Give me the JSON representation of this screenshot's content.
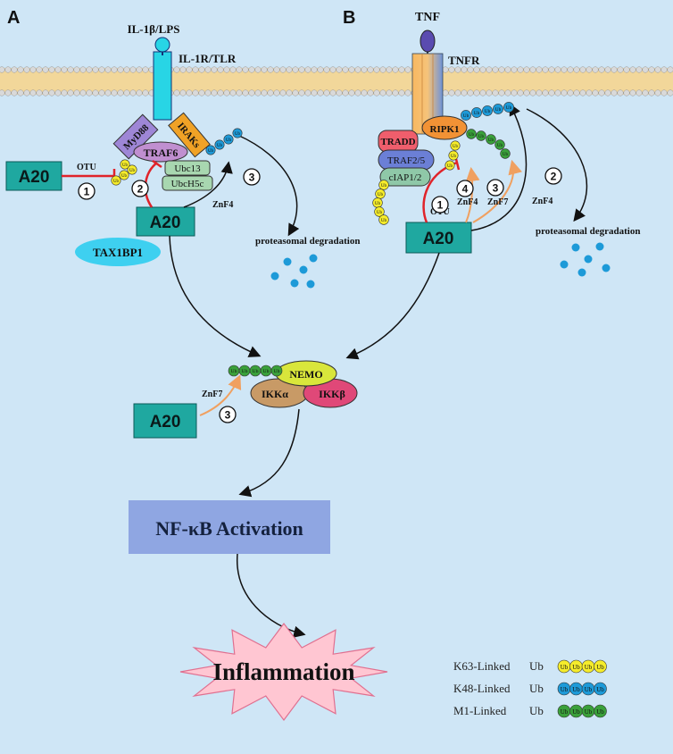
{
  "panels": {
    "a": "A",
    "b": "B"
  },
  "colors": {
    "background": "#cfe6f6",
    "membrane_head": "#d9d9d9",
    "membrane_tail": "#f2d79a",
    "a20_box": "#1fa8a0",
    "k63_ub": "#f5ec2b",
    "k48_ub": "#1d9ad8",
    "m1_ub": "#3aa03a",
    "inhibit_red": "#e0232a",
    "orange_arrow": "#f0a060",
    "nfkb_box": "#8fa6e2",
    "inflammation_burst": "#ffc6d2"
  },
  "ligands": {
    "il1b": "IL-1β/LPS",
    "il1r": "IL-1R/TLR",
    "tnf": "TNF",
    "tnfr": "TNFR"
  },
  "proteins": {
    "myd88": "MyD88",
    "iraks": "IRAKs",
    "traf6": "TRAF6",
    "ubc13": "Ubc13",
    "ubch5c": "UbcH5c",
    "tax1bp1": "TAX1BP1",
    "tradd": "TRADD",
    "ripk1": "RIPK1",
    "traf25": "TRAF2/5",
    "ciap12": "cIAP1/2",
    "nemo": "NEMO",
    "ikka": "IKKα",
    "ikkb": "IKKβ"
  },
  "a20": {
    "label": "A20"
  },
  "steps": {
    "one": "1",
    "two": "2",
    "three": "3",
    "four": "4"
  },
  "domains": {
    "otu": "OTU",
    "znf4": "ZnF4",
    "znf7": "ZnF7"
  },
  "ub_label": "Ub",
  "proteasomal": "proteasomal degradation",
  "nfkb": "NF-κB Activation",
  "inflammation": "Inflammation",
  "legend": [
    {
      "label": "K63-Linked",
      "unit": "Ub",
      "color": "#f5ec2b"
    },
    {
      "label": "K48-Linked",
      "unit": "Ub",
      "color": "#1d9ad8"
    },
    {
      "label": "M1-Linked",
      "unit": "Ub",
      "color": "#3aa03a"
    }
  ]
}
